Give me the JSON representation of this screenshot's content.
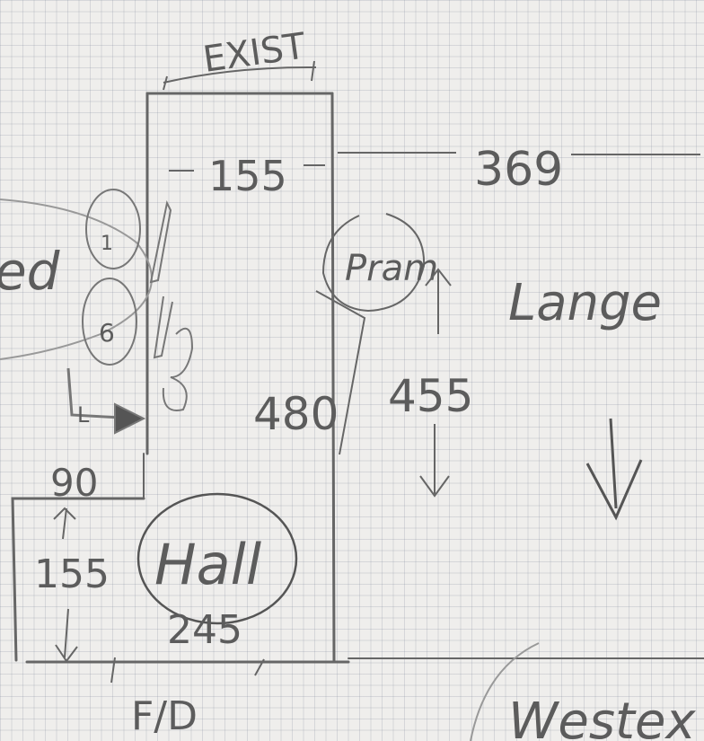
{
  "labels": {
    "exist": "EXIST",
    "top_width": "155",
    "overall_length": "369",
    "room_left": "ed",
    "room_right": "Lange",
    "pram": "Pram",
    "hall_length": "480",
    "right_height": "455",
    "landing_width": "90",
    "landing_height": "155",
    "hall": "Hall",
    "hall_width": "245",
    "front_door": "F/D",
    "bottom_right": "Westex",
    "rad_1": "1",
    "rad_2": "6",
    "lb_mark": "L"
  },
  "colors": {
    "paper": "#efeeec",
    "pencil": "#5c5c5c",
    "grid": "#9aa4b5"
  }
}
